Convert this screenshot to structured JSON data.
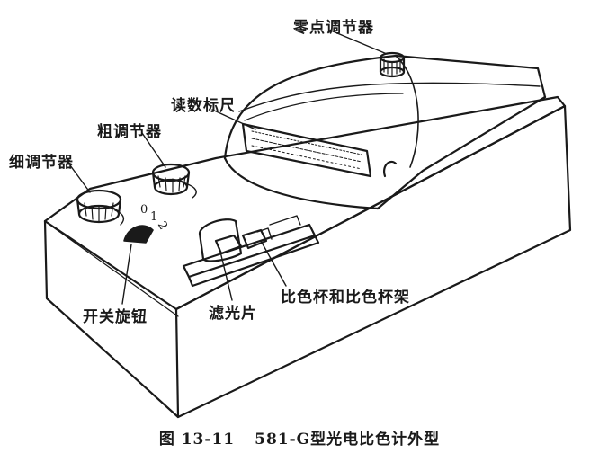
{
  "labels": {
    "zero_adjuster": "零点调节器",
    "scale_reader": "读数标尺",
    "coarse_adjuster": "粗调节器",
    "fine_adjuster": "细调节器",
    "switch_knob": "开关旋钮",
    "filter": "滤光片",
    "cuvette_holder": "比色杯和比色杯架",
    "dial_marks": [
      "0",
      "1",
      "2"
    ]
  },
  "caption": {
    "figure_number": "图 13-11",
    "title": "581-G型光电比色计外型"
  }
}
